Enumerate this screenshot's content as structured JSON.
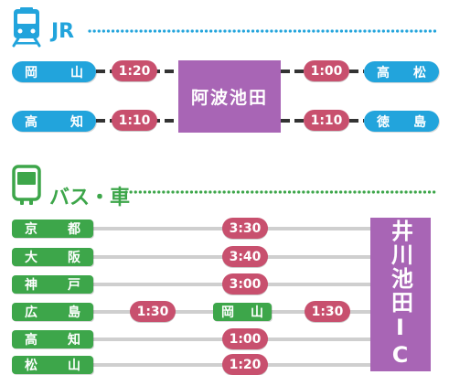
{
  "jr_section": {
    "title": "JR",
    "icon": "train-icon",
    "accent_color": "#22a4dc",
    "hub": "阿波池田",
    "hub_color": "#a865b5",
    "routes": [
      {
        "station": "岡山",
        "time": "1:20",
        "side": "left"
      },
      {
        "station": "高知",
        "time": "1:10",
        "side": "left"
      },
      {
        "station": "高松",
        "time": "1:00",
        "side": "right"
      },
      {
        "station": "徳島",
        "time": "1:10",
        "side": "right"
      }
    ]
  },
  "bus_section": {
    "title": "バス・車",
    "icon": "bus-icon",
    "accent_color": "#3da64a",
    "hub": "井川池田IC",
    "hub_color": "#a865b5",
    "routes": [
      {
        "station": "京都",
        "time": "3:30"
      },
      {
        "station": "大阪",
        "time": "3:40"
      },
      {
        "station": "神戸",
        "time": "3:00"
      },
      {
        "station": "広島",
        "time": "1:30",
        "via": "岡山",
        "via_time": "1:30"
      },
      {
        "station": "高知",
        "time": "1:00"
      },
      {
        "station": "松山",
        "time": "1:20"
      }
    ]
  },
  "time_color": "#c8506e"
}
